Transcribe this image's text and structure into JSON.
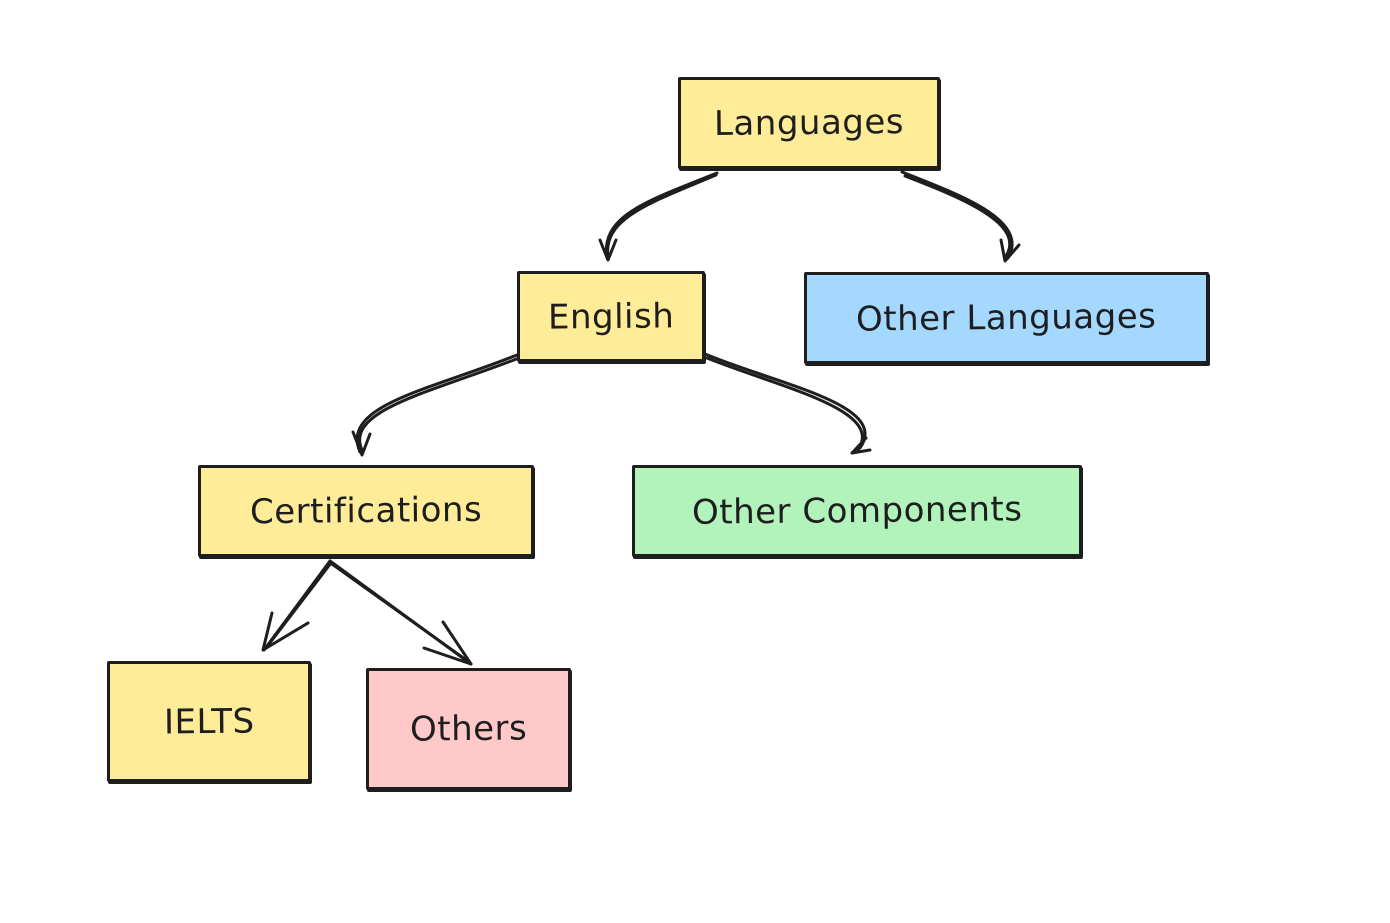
{
  "diagram": {
    "nodes": {
      "languages": {
        "label": "Languages",
        "fill": "#ffec99"
      },
      "english": {
        "label": "English",
        "fill": "#ffec99"
      },
      "other_languages": {
        "label": "Other Languages",
        "fill": "#a5d8ff"
      },
      "certifications": {
        "label": "Certifications",
        "fill": "#ffec99"
      },
      "other_components": {
        "label": "Other Components",
        "fill": "#b2f2bb"
      },
      "ielts": {
        "label": "IELTS",
        "fill": "#ffec99"
      },
      "others": {
        "label": "Others",
        "fill": "#ffc9c9"
      }
    },
    "edges": [
      {
        "from": "languages",
        "to": "english"
      },
      {
        "from": "languages",
        "to": "other_languages"
      },
      {
        "from": "english",
        "to": "certifications"
      },
      {
        "from": "english",
        "to": "other_components"
      },
      {
        "from": "certifications",
        "to": "ielts"
      },
      {
        "from": "certifications",
        "to": "others"
      }
    ],
    "stroke_color": "#1e1e1e"
  }
}
